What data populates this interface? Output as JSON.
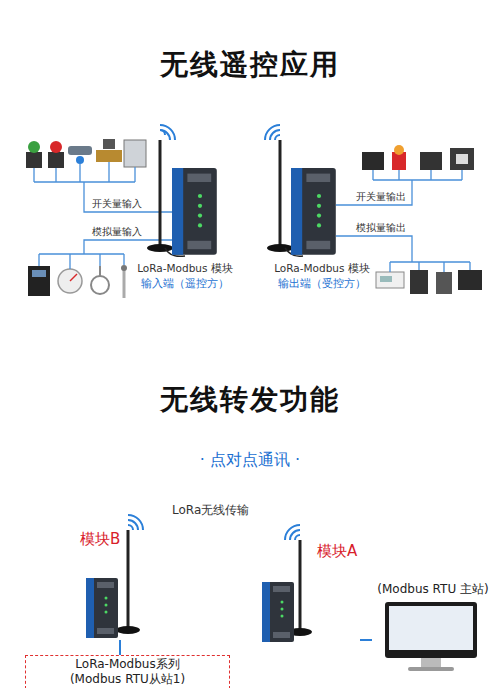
{
  "diagram": {
    "title": "无线遥控应用",
    "nodes": [
      {
        "text": [
          "LoRa-Modbus 模块",
          "输入端（遥控方）"
        ]
      },
      {
        "text": [
          "LoRa-Modbus 模块",
          "输出端（受控方）"
        ]
      },
      {
        "text": [
          "模块B"
        ]
      },
      {
        "text": [
          "模块A"
        ]
      },
      {
        "text": [
          "(Modbus RTU 主站)"
        ]
      },
      {
        "text": [
          "LoRa-Modbus系列 (Modbus RTU从站1)"
        ]
      }
    ],
    "edges": [
      {
        "from": 2,
        "to": 5,
        "arrow": "none"
      },
      {
        "from": 3,
        "to": 4,
        "arrow": "none"
      }
    ],
    "labels": [
      "开关量输入",
      "模拟量输入",
      "开关量输出",
      "模拟量输出",
      "无线转发功能",
      "· 点对点通讯 ·",
      "LoRa无线传输"
    ]
  }
}
